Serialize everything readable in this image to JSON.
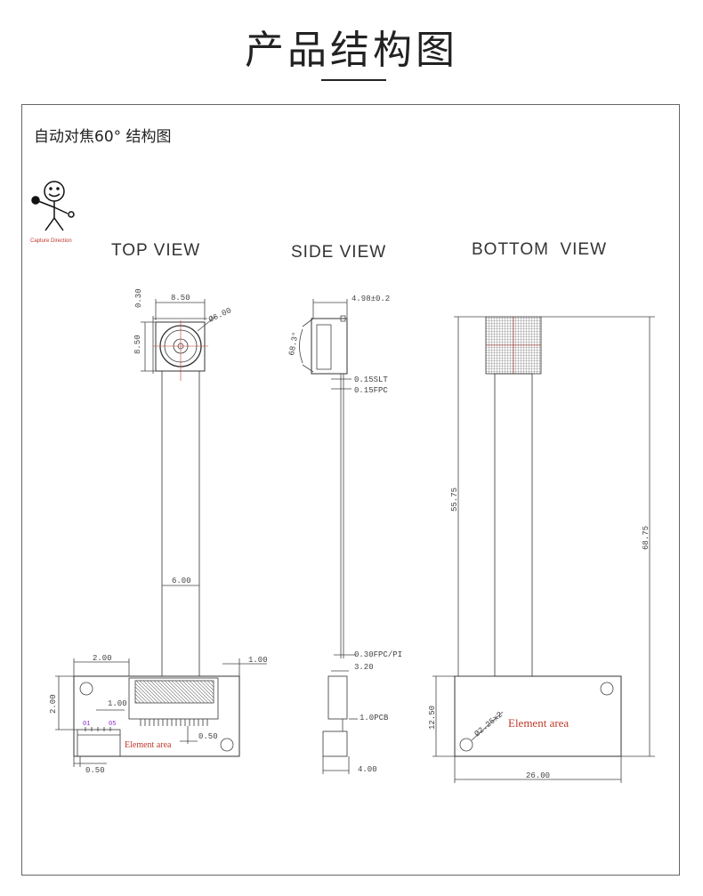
{
  "page": {
    "title": "产品结构图"
  },
  "diagram": {
    "subtitle": "自动对焦60° 结构图",
    "capture_label": "Capture Direction",
    "views": {
      "top": "TOP VIEW",
      "side": "SIDE VIEW",
      "bottom": "BOTTOM  VIEW"
    },
    "top_view": {
      "d_030": "0.30",
      "d_850_w": "8.50",
      "d_850_h": "8.50",
      "d_dia": "Ø6.00",
      "d_600": "6.00",
      "d_200": "2.00",
      "d_100a": "1.00",
      "d_100b": "1.00",
      "d_200v": "2.00",
      "d_050a": "0.50",
      "d_050b": "0.50",
      "pin_01": "01",
      "pin_05": "05",
      "element_area": "Element area"
    },
    "side_view": {
      "d_width": "4.98±0.2",
      "d_angle": "68.3°",
      "d_slt": "0.15SLT",
      "d_fpc": "0.15FPC",
      "d_pi": "0.30FPC/PI",
      "d_320": "3.20",
      "d_pcb": "1.0PCB",
      "d_400": "4.00"
    },
    "bottom_view": {
      "d_5575": "55.75",
      "d_6875": "68.75",
      "d_1250": "12.50",
      "d_2600": "26.00",
      "d_hole": "Ø2.25x2",
      "element_area": "Element area"
    }
  }
}
